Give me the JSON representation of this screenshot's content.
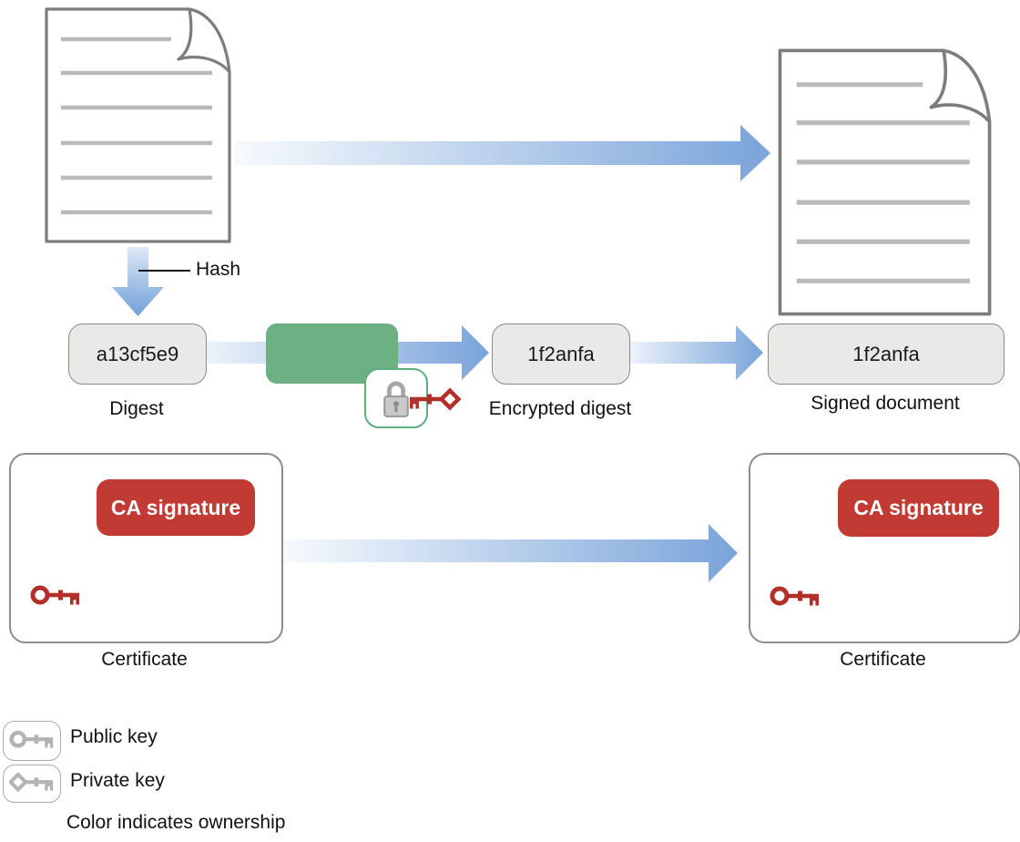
{
  "flow": {
    "hash_label": "Hash",
    "digest": {
      "value": "a13cf5e9",
      "label": "Digest"
    },
    "encrypted_digest": {
      "value": "1f2anfa",
      "label": "Encrypted digest"
    },
    "signed_document": {
      "value": "1f2anfa",
      "label": "Signed document"
    }
  },
  "certificates": {
    "left": {
      "badge_label": "CA signature",
      "caption": "Certificate"
    },
    "right": {
      "badge_label": "CA signature",
      "caption": "Certificate"
    }
  },
  "legend": {
    "public_key_label": "Public key",
    "private_key_label": "Private key",
    "ownership_note": "Color indicates ownership"
  },
  "colors": {
    "arrow_blue": "#7aa4da",
    "arrow_gradient_start": "#f7fafd",
    "encryption_green": "#6cb083",
    "lock_badge_border_green": "#5fae7f",
    "owner_red_badge": "#c13a33",
    "owner_red_key": "#b32f2a",
    "hash_box_gray": "#e9e9e8",
    "document_border_gray": "#7d7d7d",
    "document_line_gray": "#bababa",
    "legend_key_gray": "#b3b3b3"
  }
}
